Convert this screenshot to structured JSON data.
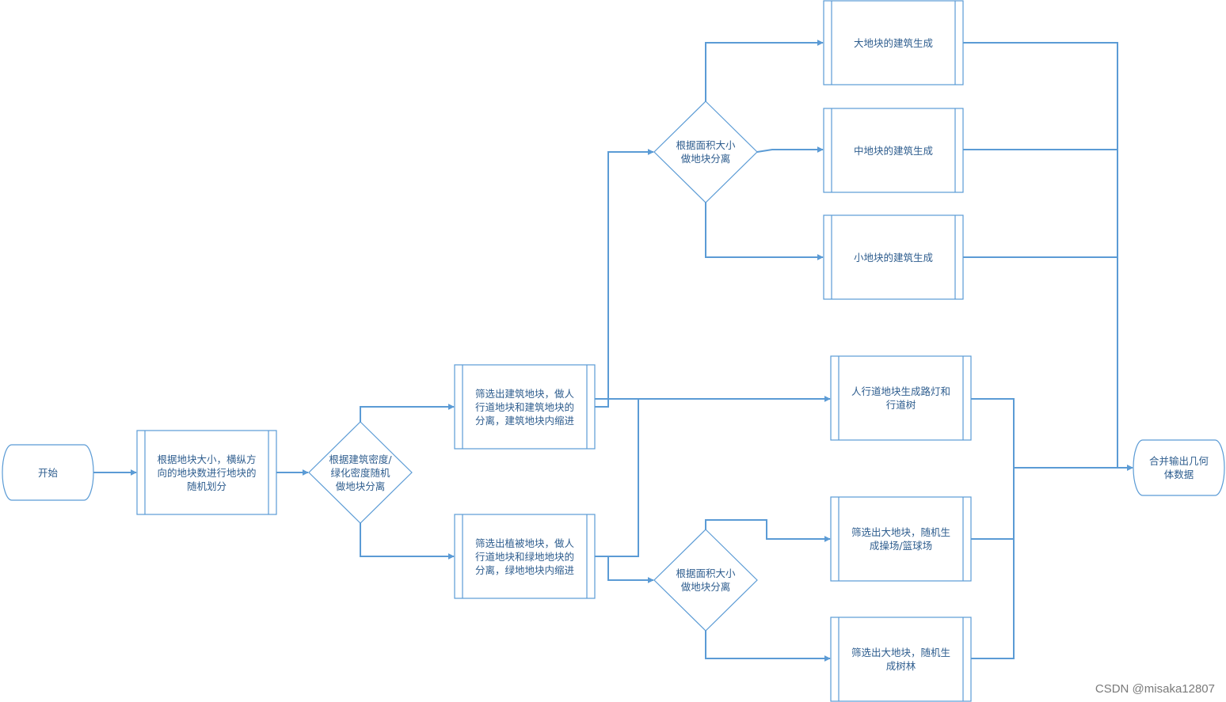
{
  "diagram": {
    "colors": {
      "stroke": "#5b9bd5",
      "fill": "#ffffff",
      "text": "#2e5d8e"
    },
    "nodes": {
      "start": {
        "shape": "terminator",
        "label": "开始"
      },
      "split_random": {
        "shape": "process",
        "label": "根据地块大小，横纵方\n向的地块数进行地块的\n随机划分"
      },
      "decision_density": {
        "shape": "decision",
        "label": "根据建筑密度/\n绿化密度随机\n做地块分离"
      },
      "filter_building": {
        "shape": "process",
        "label": "筛选出建筑地块，做人\n行道地块和建筑地块的\n分离，建筑地块内缩进"
      },
      "filter_green": {
        "shape": "process",
        "label": "筛选出植被地块，做人\n行道地块和绿地地块的\n分离，绿地地块内缩进"
      },
      "decision_area_top": {
        "shape": "decision",
        "label": "根据面积大小\n做地块分离"
      },
      "decision_area_bottom": {
        "shape": "decision",
        "label": "根据面积大小\n做地块分离"
      },
      "large_building": {
        "shape": "process",
        "label": "大地块的建筑生成"
      },
      "medium_building": {
        "shape": "process",
        "label": "中地块的建筑生成"
      },
      "small_building": {
        "shape": "process",
        "label": "小地块的建筑生成"
      },
      "sidewalk": {
        "shape": "process",
        "label": "人行道地块生成路灯和\n行道树"
      },
      "playground": {
        "shape": "process",
        "label": "筛选出大地块，随机生\n成操场/篮球场"
      },
      "forest": {
        "shape": "process",
        "label": "筛选出大地块，随机生\n成树林"
      },
      "output": {
        "shape": "terminator",
        "label": "合并输出几何\n体数据"
      }
    }
  },
  "watermark": "CSDN @misaka12807"
}
